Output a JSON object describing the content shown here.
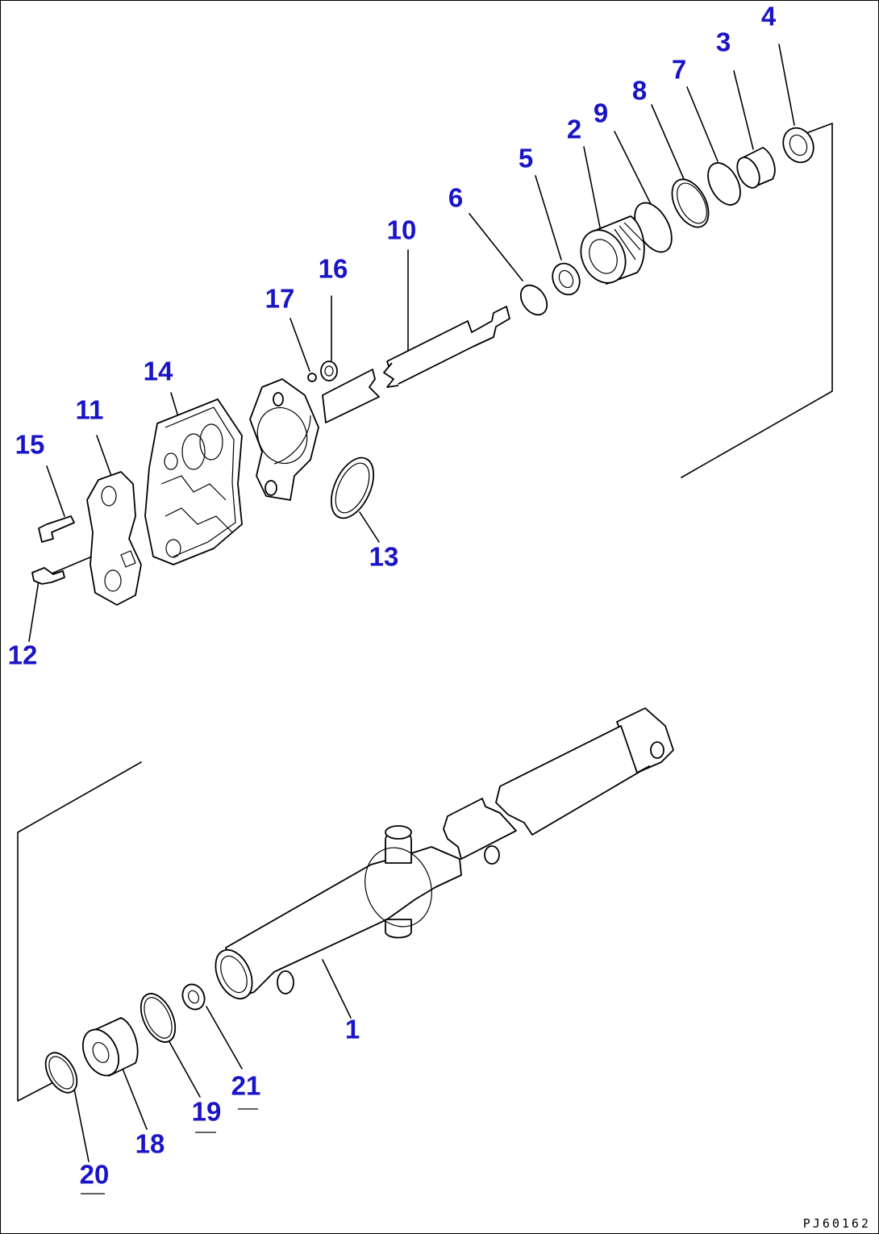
{
  "colors": {
    "callout": "#1a14c8",
    "line": "#000000",
    "background": "#ffffff"
  },
  "callouts": [
    {
      "id": "1",
      "text": "1"
    },
    {
      "id": "2",
      "text": "2"
    },
    {
      "id": "3",
      "text": "3"
    },
    {
      "id": "4",
      "text": "4"
    },
    {
      "id": "5",
      "text": "5"
    },
    {
      "id": "6",
      "text": "6"
    },
    {
      "id": "7",
      "text": "7"
    },
    {
      "id": "8",
      "text": "8"
    },
    {
      "id": "9",
      "text": "9"
    },
    {
      "id": "10",
      "text": "10"
    },
    {
      "id": "11",
      "text": "11"
    },
    {
      "id": "12",
      "text": "12"
    },
    {
      "id": "13",
      "text": "13"
    },
    {
      "id": "14",
      "text": "14"
    },
    {
      "id": "15",
      "text": "15"
    },
    {
      "id": "16",
      "text": "16"
    },
    {
      "id": "17",
      "text": "17"
    },
    {
      "id": "18",
      "text": "18"
    },
    {
      "id": "19",
      "text": "19"
    },
    {
      "id": "20",
      "text": "20"
    },
    {
      "id": "21",
      "text": "21"
    }
  ],
  "drawing_code": "PJ60162"
}
